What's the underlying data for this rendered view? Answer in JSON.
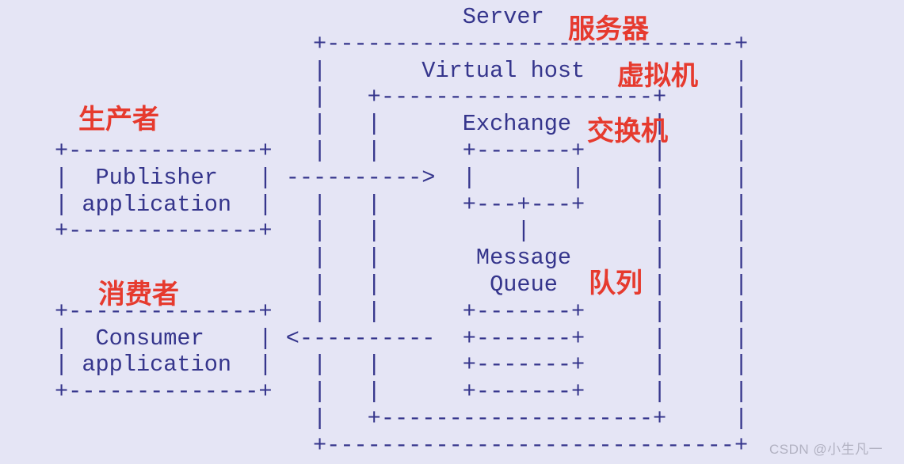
{
  "background_color": "#e5e5f5",
  "diagram": {
    "description": "RabbitMQ AMQP model ASCII diagram",
    "ink_color": "#35358c",
    "english_labels": [
      "Server",
      "Virtual host",
      "Exchange",
      "Message Queue",
      "Publisher application",
      "Consumer application"
    ],
    "ascii_lines": [
      "                              Server",
      "                   +------------------------------+",
      "                   |       Virtual host           |",
      "                   |   +--------------------+     |",
      "                   |   |      Exchange      |     |",
      "+--------------+   |   |      +-------+     |     |",
      "|  Publisher   | ---------->  |       |     |     |",
      "| application  |   |   |      +---+---+     |     |",
      "+--------------+   |   |          |         |     |",
      "                   |   |       Message      |     |",
      "                   |   |        Queue       |     |",
      "+--------------+   |   |      +-------+     |     |",
      "|  Consumer    | <----------  +-------+     |     |",
      "| application  |   |   |      +-------+     |     |",
      "+--------------+   |   |      +-------+     |     |",
      "                   |   +--------------------+     |",
      "                   +------------------------------+"
    ]
  },
  "annotations": {
    "color": "#e63a2e",
    "producer": "生产者",
    "server": "服务器",
    "virtual_host": "虚拟机",
    "exchange": "交换机",
    "queue": "队列",
    "consumer": "消费者"
  },
  "watermark": {
    "text": "CSDN @小生凡一",
    "color": "#b2b2c2"
  }
}
